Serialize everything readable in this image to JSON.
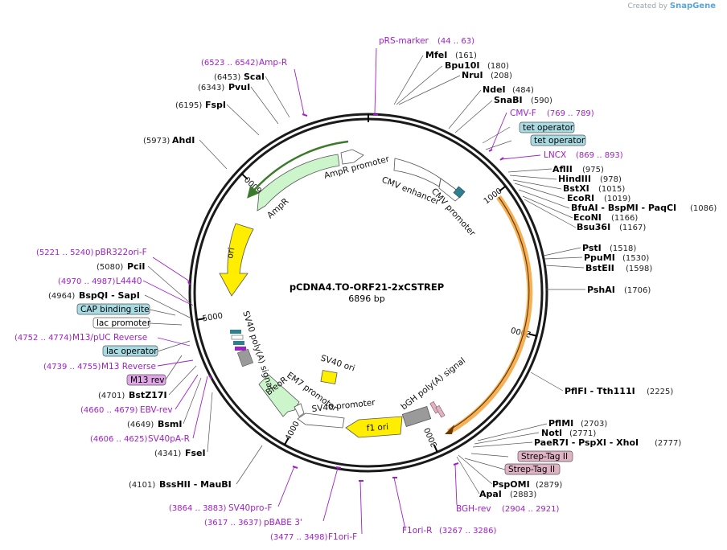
{
  "credit": {
    "prefix": "Created by",
    "brand": "SnapGene"
  },
  "plasmid": {
    "name": "pCDNA4.TO-ORF21-2xCSTREP",
    "size": "6896 bp",
    "length": 6896
  },
  "ticks": [
    {
      "pos": 1000,
      "label": "1000"
    },
    {
      "pos": 2000,
      "label": "2000"
    },
    {
      "pos": 3000,
      "label": "3000"
    },
    {
      "pos": 4000,
      "label": "4000"
    },
    {
      "pos": 5000,
      "label": "5000"
    },
    {
      "pos": 6000,
      "label": "6000"
    }
  ],
  "sites_right": [
    {
      "name": "MfeI",
      "pos": "(161)"
    },
    {
      "name": "Bpu10I",
      "pos": "(180)"
    },
    {
      "name": "NruI",
      "pos": "(208)"
    },
    {
      "name": "NdeI",
      "pos": "(484)"
    },
    {
      "name": "SnaBI",
      "pos": "(590)"
    },
    {
      "name": "AflII",
      "pos": "(975)"
    },
    {
      "name": "HindIII",
      "pos": "(978)"
    },
    {
      "name": "BstXI",
      "pos": "(1015)"
    },
    {
      "name": "EcoRI",
      "pos": "(1019)"
    },
    {
      "name": "BfuAI - BspMI - PaqCI",
      "pos": "(1086)"
    },
    {
      "name": "EcoNI",
      "pos": "(1166)"
    },
    {
      "name": "Bsu36I",
      "pos": "(1167)"
    },
    {
      "name": "PstI",
      "pos": "(1518)"
    },
    {
      "name": "PpuMI",
      "pos": "(1530)"
    },
    {
      "name": "BstEII",
      "pos": "(1598)"
    },
    {
      "name": "PshAI",
      "pos": "(1706)"
    },
    {
      "name": "PflFI - Tth111I",
      "pos": "(2225)"
    },
    {
      "name": "PflMI",
      "pos": "(2703)"
    },
    {
      "name": "NotI",
      "pos": "(2771)"
    },
    {
      "name": "PaeR7I - PspXI - XhoI",
      "pos": "(2777)"
    },
    {
      "name": "PspOMI",
      "pos": "(2879)"
    },
    {
      "name": "ApaI",
      "pos": "(2883)"
    }
  ],
  "sites_left": [
    {
      "name": "ScaI",
      "pos": "(6453)"
    },
    {
      "name": "PvuI",
      "pos": "(6343)"
    },
    {
      "name": "FspI",
      "pos": "(6195)"
    },
    {
      "name": "AhdI",
      "pos": "(5973)"
    },
    {
      "name": "PciI",
      "pos": "(5080)"
    },
    {
      "name": "BspQI - SapI",
      "pos": "(4964)"
    },
    {
      "name": "BstZ17I",
      "pos": "(4701)"
    },
    {
      "name": "BsmI",
      "pos": "(4649)"
    },
    {
      "name": "FseI",
      "pos": "(4341)"
    },
    {
      "name": "BssHII - MauBI",
      "pos": "(4101)"
    }
  ],
  "primers": [
    {
      "name": "pRS-marker",
      "pos": "(44 .. 63)"
    },
    {
      "name": "Amp-R",
      "pos": "(6523 .. 6542)"
    },
    {
      "name": "CMV-F",
      "pos": "(769 .. 789)"
    },
    {
      "name": "LNCX",
      "pos": "(869 .. 893)"
    },
    {
      "name": "pBR322ori-F",
      "pos": "(5221 .. 5240)"
    },
    {
      "name": "L4440",
      "pos": "(4970 .. 4987)"
    },
    {
      "name": "M13/pUC Reverse",
      "pos": "(4752 .. 4774)"
    },
    {
      "name": "M13 Reverse",
      "pos": "(4739 .. 4755)"
    },
    {
      "name": "EBV-rev",
      "pos": "(4660 .. 4679)"
    },
    {
      "name": "SV40pA-R",
      "pos": "(4606 .. 4625)"
    },
    {
      "name": "SV40pro-F",
      "pos": "(3864 .. 3883)"
    },
    {
      "name": "pBABE 3'",
      "pos": "(3617 .. 3637)"
    },
    {
      "name": "F1ori-F",
      "pos": "(3477 .. 3498)"
    },
    {
      "name": "F1ori-R",
      "pos": "(3267 .. 3286)"
    },
    {
      "name": "BGH-rev",
      "pos": "(2904 .. 2921)"
    }
  ],
  "boxes": [
    {
      "label": "tet operator",
      "fill": "#a9dbe3"
    },
    {
      "label": "tet operator",
      "fill": "#a9dbe3"
    },
    {
      "label": "CAP binding site",
      "fill": "#a9dbe3"
    },
    {
      "label": "lac promoter",
      "fill": "#ffffff"
    },
    {
      "label": "lac operator",
      "fill": "#a9dbe3"
    },
    {
      "label": "M13 rev",
      "fill": "#e0a6e6"
    },
    {
      "label": "Strep-Tag II",
      "fill": "#dfb3c3"
    },
    {
      "label": "Strep-Tag II",
      "fill": "#dfb3c3"
    }
  ],
  "features": {
    "ampr_promoter": "AmpR promoter",
    "ampr": "AmpR",
    "cmv_enhancer": "CMV enhancer",
    "cmv_promoter": "CMV promoter",
    "ori": "ori",
    "sv40_polya": "SV40 poly(A) signal",
    "sv40_ori": "SV40 ori",
    "em7_promoter": "EM7 promoter",
    "sv40_promoter": "SV40 promoter",
    "bleor": "BleoR",
    "f1_ori": "f1 ori",
    "bgh_polya": "bGH poly(A) signal"
  },
  "colors": {
    "backbone": "#1a1a1a",
    "primer": "#a020c8",
    "ampr": "#ccf5cc",
    "ori": "#ffee00",
    "insert": "#f3a33b",
    "gray_feature": "#9a9a9a",
    "teal": "#2f7f8f"
  }
}
